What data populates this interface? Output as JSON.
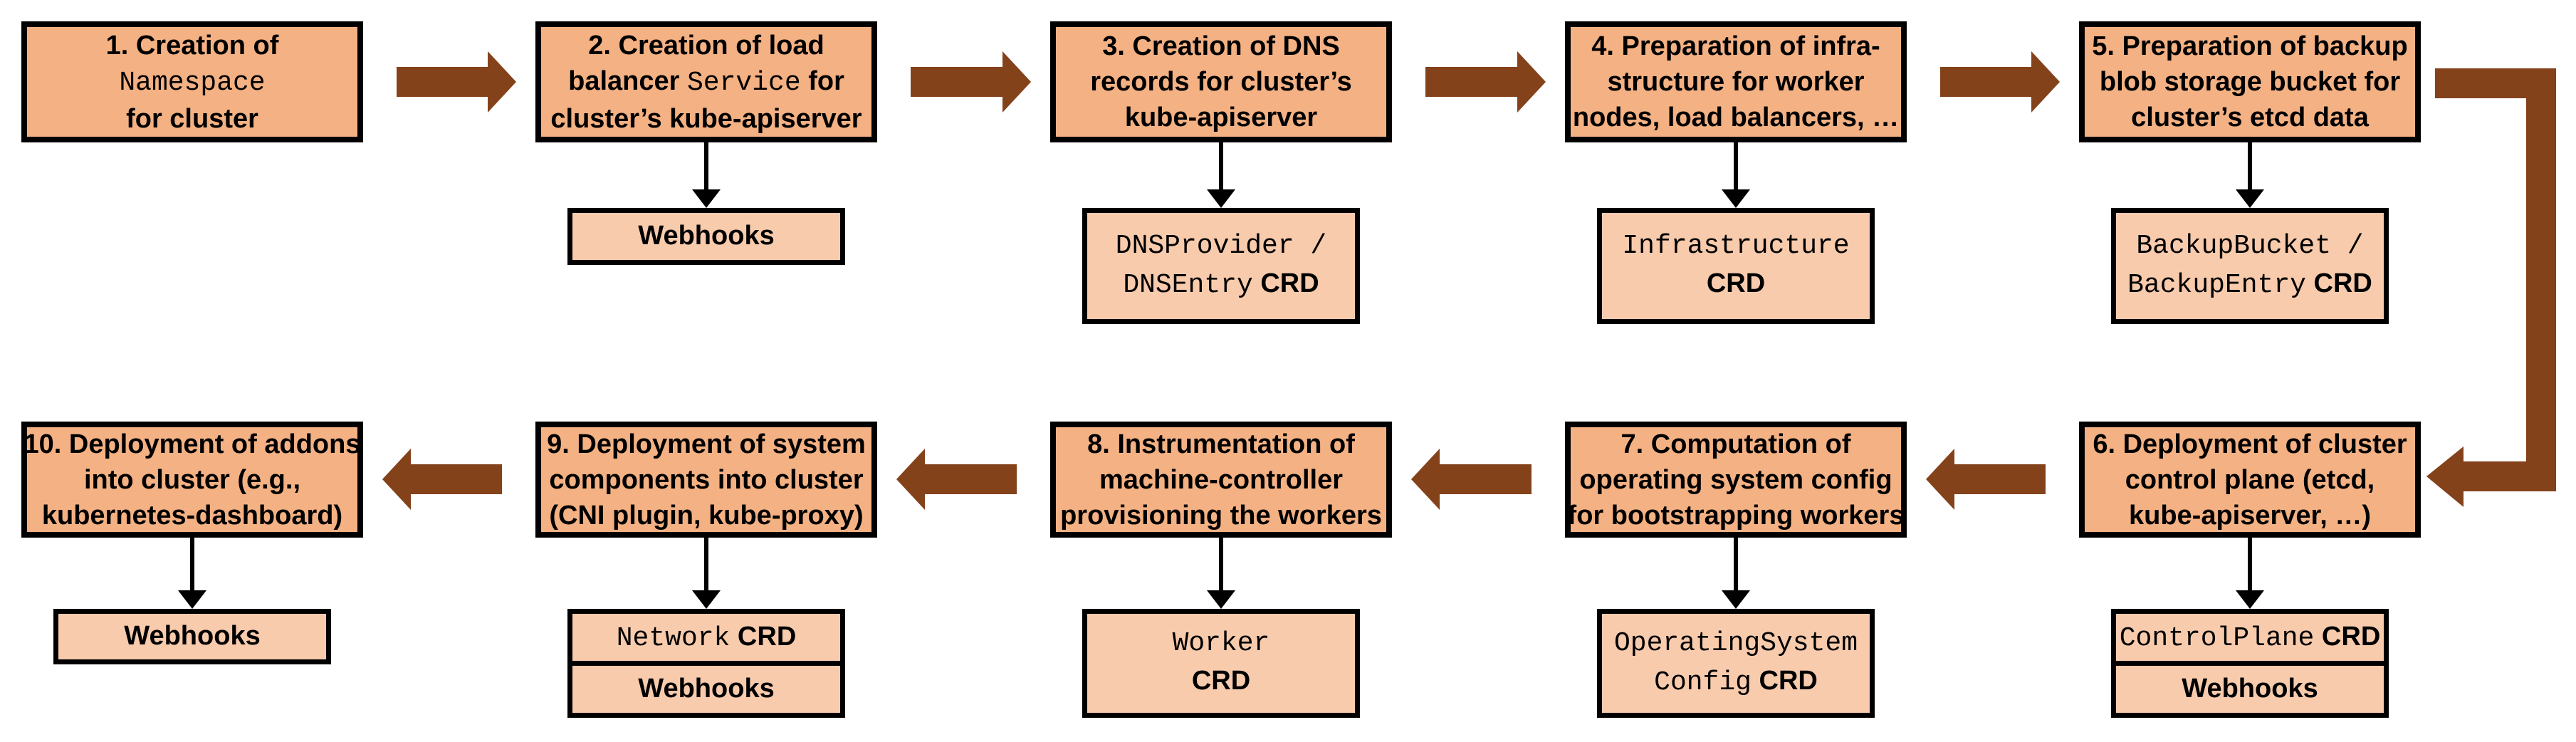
{
  "colors": {
    "step_box_fill": "#F4B183",
    "sub_box_fill": "#F8CBAD",
    "flow_arrow": "#84421B",
    "connector_arrow": "#000000",
    "box_border": "#000000",
    "background": "#FFFFFF"
  },
  "steps": [
    {
      "id": "1",
      "main_lines": [
        [
          {
            "t": "1. Creation of",
            "f": "sans"
          }
        ],
        [
          {
            "t": "Namespace",
            "f": "mono"
          }
        ],
        [
          {
            "t": "for cluster",
            "f": "sans"
          }
        ]
      ],
      "sub": null
    },
    {
      "id": "2",
      "main_lines": [
        [
          {
            "t": "2. Creation of load",
            "f": "sans"
          }
        ],
        [
          {
            "t": "balancer ",
            "f": "sans"
          },
          {
            "t": "Service",
            "f": "mono"
          },
          {
            "t": " for",
            "f": "sans"
          }
        ],
        [
          {
            "t": "cluster’s kube-apiserver",
            "f": "sans"
          }
        ]
      ],
      "sub": {
        "kind": "short",
        "rows": [
          [
            [
              {
                "t": "Webhooks",
                "f": "sans"
              }
            ]
          ]
        ]
      }
    },
    {
      "id": "3",
      "main_lines": [
        [
          {
            "t": "3. Creation of DNS",
            "f": "sans"
          }
        ],
        [
          {
            "t": "records for cluster’s",
            "f": "sans"
          }
        ],
        [
          {
            "t": "kube-apiserver",
            "f": "sans"
          }
        ]
      ],
      "sub": {
        "kind": "tall",
        "rows": [
          [
            [
              {
                "t": "DNSProvider /",
                "f": "mono"
              }
            ],
            [
              {
                "t": "DNSEntry",
                "f": "mono"
              },
              {
                "t": " CRD",
                "f": "sans"
              }
            ]
          ]
        ]
      }
    },
    {
      "id": "4",
      "main_lines": [
        [
          {
            "t": "4. Preparation of infra-",
            "f": "sans"
          }
        ],
        [
          {
            "t": "structure for worker",
            "f": "sans"
          }
        ],
        [
          {
            "t": "nodes, load balancers, …",
            "f": "sans"
          }
        ]
      ],
      "sub": {
        "kind": "tall",
        "rows": [
          [
            [
              {
                "t": "Infrastructure",
                "f": "mono"
              }
            ],
            [
              {
                "t": "CRD",
                "f": "sans"
              }
            ]
          ]
        ]
      }
    },
    {
      "id": "5",
      "main_lines": [
        [
          {
            "t": "5. Preparation of backup",
            "f": "sans"
          }
        ],
        [
          {
            "t": "blob storage bucket for",
            "f": "sans"
          }
        ],
        [
          {
            "t": "cluster’s etcd data",
            "f": "sans"
          }
        ]
      ],
      "sub": {
        "kind": "tall",
        "rows": [
          [
            [
              {
                "t": "BackupBucket /",
                "f": "mono"
              }
            ],
            [
              {
                "t": "BackupEntry",
                "f": "mono"
              },
              {
                "t": " CRD",
                "f": "sans"
              }
            ]
          ]
        ]
      }
    },
    {
      "id": "6",
      "main_lines": [
        [
          {
            "t": "6. Deployment of cluster",
            "f": "sans"
          }
        ],
        [
          {
            "t": "control plane (etcd,",
            "f": "sans"
          }
        ],
        [
          {
            "t": "kube-apiserver, …)",
            "f": "sans"
          }
        ]
      ],
      "sub": {
        "kind": "stack",
        "rows": [
          [
            [
              {
                "t": "ControlPlane",
                "f": "mono"
              },
              {
                "t": " CRD",
                "f": "sans"
              }
            ]
          ],
          [
            [
              {
                "t": "Webhooks",
                "f": "sans"
              }
            ]
          ]
        ]
      }
    },
    {
      "id": "7",
      "main_lines": [
        [
          {
            "t": "7. Computation of",
            "f": "sans"
          }
        ],
        [
          {
            "t": "operating system config",
            "f": "sans"
          }
        ],
        [
          {
            "t": "for bootstrapping workers",
            "f": "sans"
          }
        ]
      ],
      "sub": {
        "kind": "tall",
        "rows": [
          [
            [
              {
                "t": "OperatingSystem",
                "f": "mono"
              }
            ],
            [
              {
                "t": "Config",
                "f": "mono"
              },
              {
                "t": " CRD",
                "f": "sans"
              }
            ]
          ]
        ]
      }
    },
    {
      "id": "8",
      "main_lines": [
        [
          {
            "t": "8. Instrumentation of",
            "f": "sans"
          }
        ],
        [
          {
            "t": "machine-controller",
            "f": "sans"
          }
        ],
        [
          {
            "t": "provisioning the workers",
            "f": "sans"
          }
        ]
      ],
      "sub": {
        "kind": "tall",
        "rows": [
          [
            [
              {
                "t": "Worker",
                "f": "mono"
              }
            ],
            [
              {
                "t": "CRD",
                "f": "sans"
              }
            ]
          ]
        ]
      }
    },
    {
      "id": "9",
      "main_lines": [
        [
          {
            "t": "9. Deployment of system",
            "f": "sans"
          }
        ],
        [
          {
            "t": "components into cluster",
            "f": "sans"
          }
        ],
        [
          {
            "t": "(CNI plugin, kube-proxy)",
            "f": "sans"
          }
        ]
      ],
      "sub": {
        "kind": "stack",
        "rows": [
          [
            [
              {
                "t": "Network",
                "f": "mono"
              },
              {
                "t": " CRD",
                "f": "sans"
              }
            ]
          ],
          [
            [
              {
                "t": "Webhooks",
                "f": "sans"
              }
            ]
          ]
        ]
      }
    },
    {
      "id": "10",
      "main_lines": [
        [
          {
            "t": "10. Deployment of addons",
            "f": "sans"
          }
        ],
        [
          {
            "t": "into cluster (e.g.,",
            "f": "sans"
          }
        ],
        [
          {
            "t": "kubernetes-dashboard)",
            "f": "sans"
          }
        ]
      ],
      "sub": {
        "kind": "short",
        "rows": [
          [
            [
              {
                "t": "Webhooks",
                "f": "sans"
              }
            ]
          ]
        ]
      }
    }
  ]
}
